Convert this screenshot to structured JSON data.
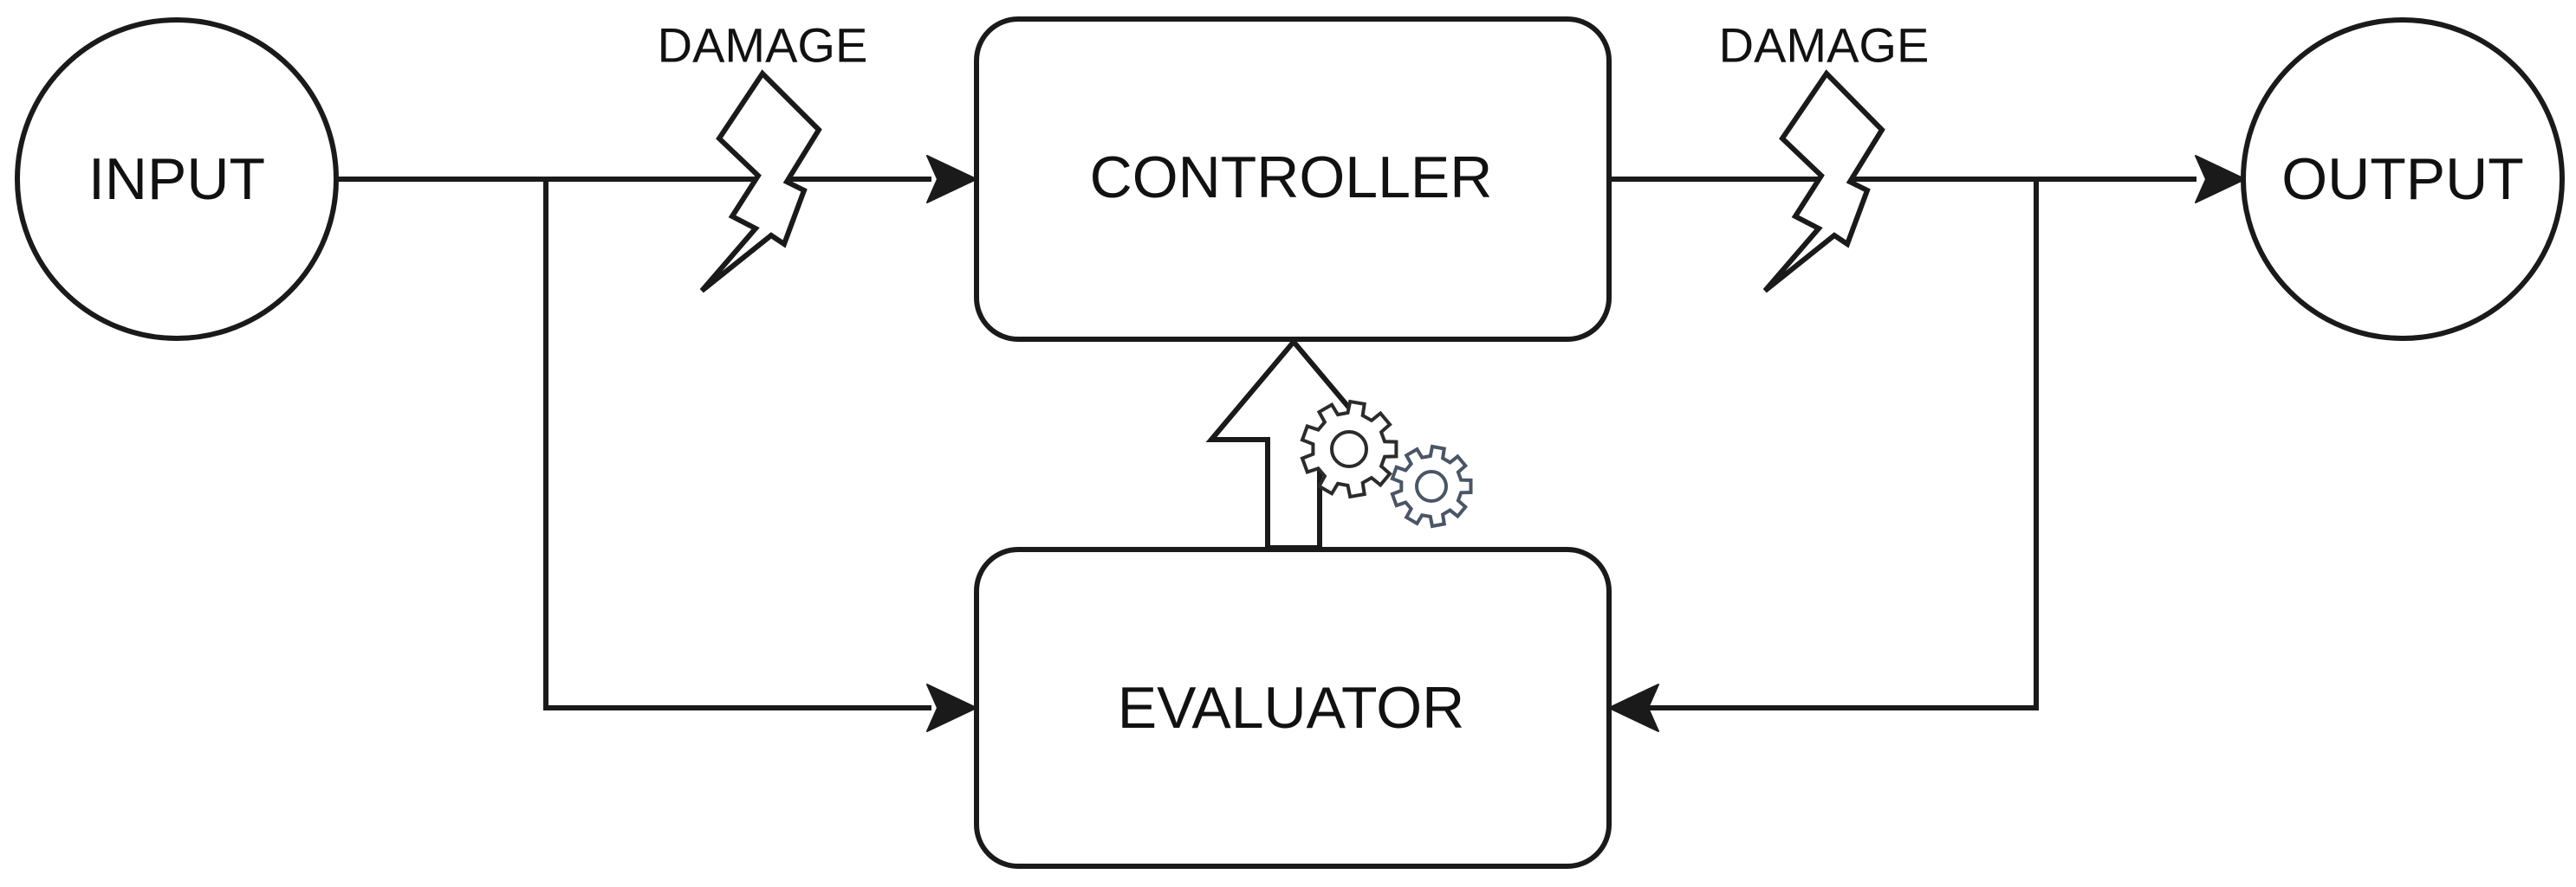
{
  "nodes": {
    "input": "INPUT",
    "controller": "CONTROLLER",
    "evaluator": "EVALUATOR",
    "output": "OUTPUT"
  },
  "damage": {
    "left": "DAMAGE",
    "right": "DAMAGE"
  },
  "icons": {
    "damage_marker": "lightning-bolt-icon",
    "adaptation_marker": "gears-icon",
    "feedback_arrow": "block-up-arrow"
  },
  "colors": {
    "stroke": "#1a1a1a",
    "background": "#ffffff"
  }
}
